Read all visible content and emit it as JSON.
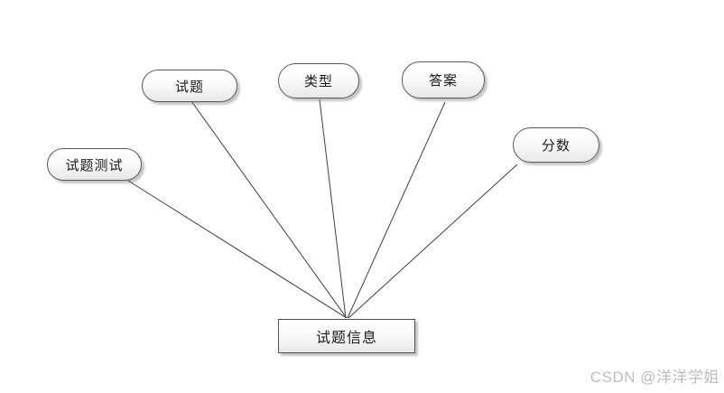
{
  "diagram": {
    "nodes": {
      "shiti": {
        "label": "试题",
        "shape": "rounded"
      },
      "leixing": {
        "label": "类型",
        "shape": "rounded"
      },
      "daan": {
        "label": "答案",
        "shape": "rounded"
      },
      "fenshu": {
        "label": "分数",
        "shape": "rounded"
      },
      "shiti_ceshi": {
        "label": "试题测试",
        "shape": "rounded"
      },
      "center": {
        "label": "试题信息",
        "shape": "rectangle"
      }
    },
    "edges": [
      {
        "from": "试题测试",
        "to": "试题信息"
      },
      {
        "from": "试题",
        "to": "试题信息"
      },
      {
        "from": "类型",
        "to": "试题信息"
      },
      {
        "from": "答案",
        "to": "试题信息"
      },
      {
        "from": "分数",
        "to": "试题信息"
      }
    ]
  },
  "watermark": {
    "text": "CSDN @洋洋学姐",
    "color": "#bdbdbd"
  },
  "colors": {
    "background": "#ffffff",
    "edge_line": "#3f3f3f",
    "node_border": "#5a5a5a",
    "node_text": "#1a1a1a"
  }
}
